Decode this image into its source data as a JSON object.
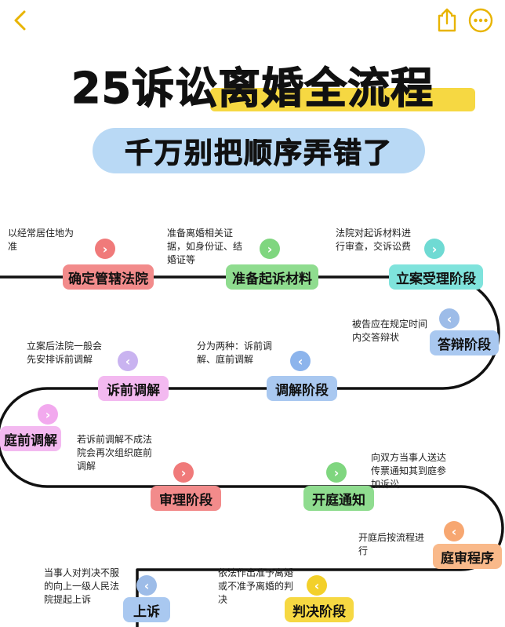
{
  "title": {
    "part1": "25诉讼离婚",
    "part2": "全流程"
  },
  "subtitle": "千万别把顺序弄错了",
  "steps": [
    {
      "label": "确定管辖法院",
      "color": "#f28b8b",
      "note": "以经常居住地为准",
      "arrow_color": "#f07a7a",
      "direction": "right"
    },
    {
      "label": "准备起诉材料",
      "color": "#8fdc8f",
      "note": "准备离婚相关证据，如身份证、结婚证等",
      "arrow_color": "#7fd67f",
      "direction": "right"
    },
    {
      "label": "立案受理阶段",
      "color": "#7fe3dc",
      "note": "法院对起诉材料进行审查，交诉讼费",
      "arrow_color": "#6fdad3",
      "direction": "right"
    },
    {
      "label": "答辩阶段",
      "color": "#a9c8f0",
      "note": "被告应在规定时间内交答辩状",
      "arrow_color": "#9dbce8",
      "direction": "left"
    },
    {
      "label": "调解阶段",
      "color": "#a9c8f0",
      "note": "分为两种：诉前调解、庭前调解",
      "arrow_color": "#8cb4ec",
      "direction": "left"
    },
    {
      "label": "诉前调解",
      "color": "#f3b9f0",
      "note": "立案后法院一般会先安排诉前调解",
      "arrow_color": "#c9b3f0",
      "direction": "left"
    },
    {
      "label": "庭前调解",
      "color": "#f3b9f0",
      "note": "若诉前调解不成法院会再次组织庭前调解",
      "arrow_color": "#f2a9ee",
      "direction": "right"
    },
    {
      "label": "审理阶段",
      "color": "#f28b8b",
      "note": "",
      "arrow_color": "#f07a7a",
      "direction": "right"
    },
    {
      "label": "开庭通知",
      "color": "#8fdc8f",
      "note": "向双方当事人送达传票通知其到庭参加诉讼",
      "arrow_color": "#7fd67f",
      "direction": "right"
    },
    {
      "label": "庭审程序",
      "color": "#f9b98a",
      "note": "开庭后按流程进行",
      "arrow_color": "#f7a771",
      "direction": "left"
    },
    {
      "label": "判决阶段",
      "color": "#f6d842",
      "note": "依法作出准予离婚或不准予离婚的判决",
      "arrow_color": "#f3d02a",
      "direction": "left"
    },
    {
      "label": "上诉",
      "color": "#a9c8f0",
      "note": "当事人对判决不服的向上一级人民法院提起上诉",
      "arrow_color": "#9dbce8",
      "direction": "left"
    }
  ]
}
